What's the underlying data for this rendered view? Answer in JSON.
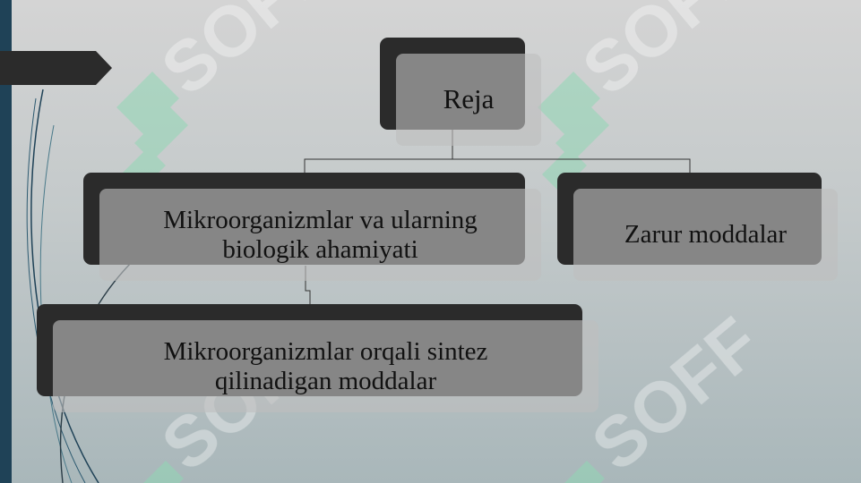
{
  "colors": {
    "sidebar": "#1f4257",
    "node_back": "#2b2b2b",
    "node_front": "#bebebe",
    "watermark": "#ffffff"
  },
  "watermark": {
    "text": "SOFF",
    "icon": "green-logo-icon"
  },
  "diagram": {
    "root": {
      "label": "Reja"
    },
    "nodes": [
      {
        "label": "Mikroorganizmlar va ularning biologik ahamiyati"
      },
      {
        "label": "Zarur moddalar"
      },
      {
        "label": "Mikroorganizmlar orqali sintez qilinadigan moddalar"
      }
    ]
  }
}
